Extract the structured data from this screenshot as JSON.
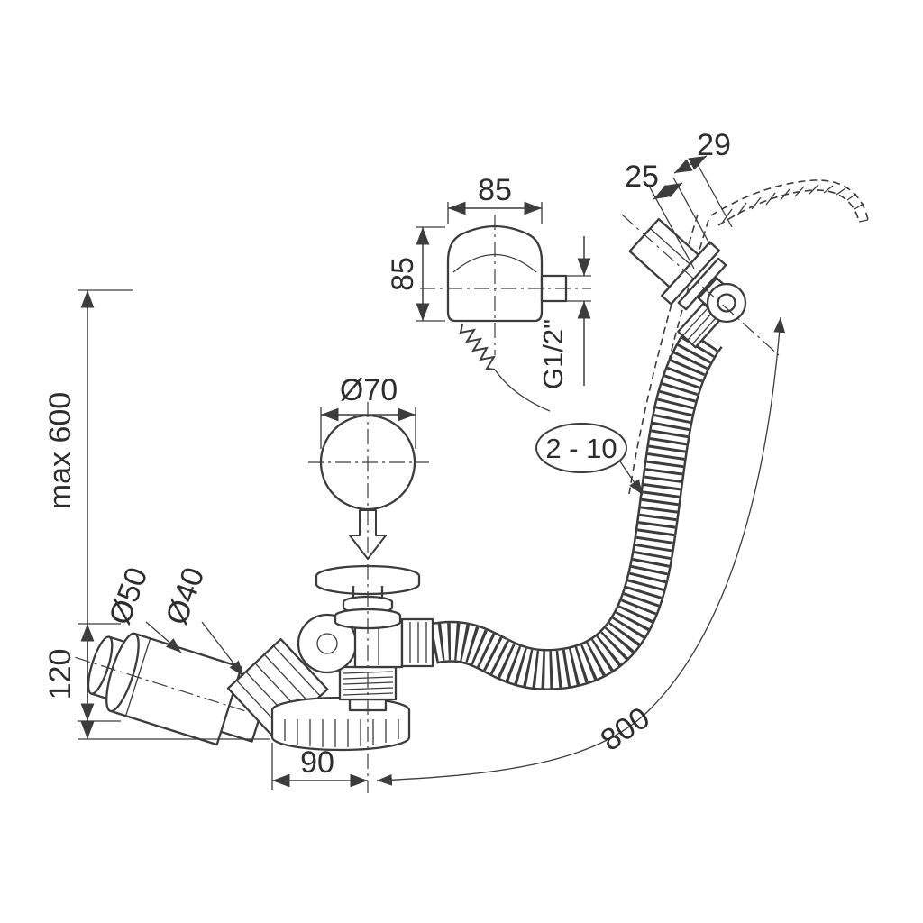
{
  "diagram": {
    "background": "#ffffff",
    "line_color": "#3c3c3c",
    "labels": {
      "dim29": "29",
      "dim25": "25",
      "knob_width": "85",
      "knob_height": "85",
      "thread": "G1/2\"",
      "wall_range": "2 - 10",
      "max_height": "max 600",
      "plug_dia": "Ø70",
      "outlet_dia_outer": "Ø50",
      "outlet_dia_inner": "Ø40",
      "outlet_height": "120",
      "flange_offset": "90",
      "hose_length": "800"
    }
  }
}
